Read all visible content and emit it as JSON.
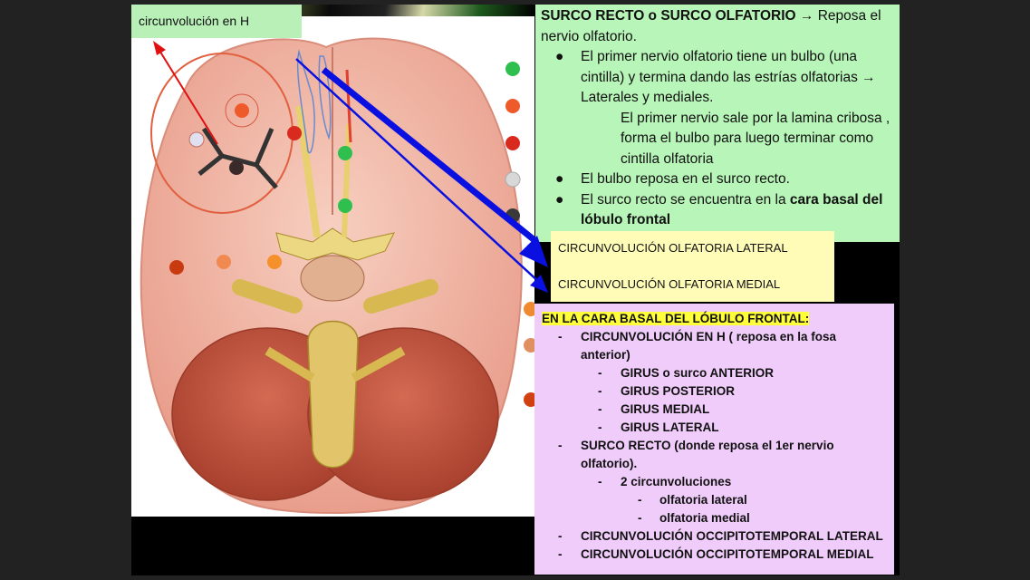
{
  "slide": {
    "label_h": "circunvolución en H",
    "green_box": {
      "title_bold": "SURCO RECTO o SURCO OLFATORIO",
      "title_rest": " → Reposa el nervio olfatorio.",
      "bullet1": "El primer nervio olfatorio tiene un bulbo (una cintilla) y termina dando las estrías olfatorias → Laterales y mediales.",
      "bullet1_sub": "El primer  nervio sale por la lamina cribosa , forma el bulbo para luego terminar como cintilla olfatoria",
      "bullet2": "El bulbo reposa en el surco recto.",
      "bullet3_plain": " El surco recto se encuentra en la ",
      "bullet3_bold": "cara basal del lóbulo frontal",
      "bullet_glyph": "●"
    },
    "yellow_box": {
      "line1": "CIRCUNVOLUCIÓN OLFATORIA LATERAL",
      "line2": "CIRCUNVOLUCIÓN OLFATORIA MEDIAL"
    },
    "purple_box": {
      "heading": "EN LA CARA BASAL DEL LÓBULO FRONTAL:",
      "dash": "-",
      "item1": "CIRCUNVOLUCIÓN EN H ( reposa en la fosa",
      "item1_cont": "anterior)",
      "item1_sub": [
        "GIRUS o surco  ANTERIOR",
        "GIRUS POSTERIOR",
        "GIRUS MEDIAL",
        "GIRUS LATERAL"
      ],
      "item2": "SURCO RECTO (donde reposa el 1er nervio",
      "item2_cont": "olfatorio).",
      "item2_sub": "2 circunvoluciones",
      "item2_subsub": [
        "olfatoria lateral",
        "olfatoria medial"
      ],
      "item3": "CIRCUNVOLUCIÓN OCCIPITOTEMPORAL LATERAL",
      "item4": "CIRCUNVOLUCIÓN OCCIPITOTEMPORAL MEDIAL"
    },
    "colors": {
      "green_box": "#b8f5b8",
      "yellow_box": "#fffcb8",
      "purple_box": "#f0ccfa",
      "highlight": "#ffff3a",
      "arrow_blue": "#0a10e0",
      "arrow_red": "#e01010"
    },
    "legend_dots": [
      "#2fbf4f",
      "#ef5a2a",
      "#d92a20",
      "#d8d8d8",
      "#3a3a3a"
    ]
  }
}
